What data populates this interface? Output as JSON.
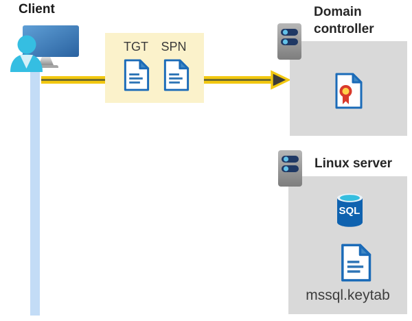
{
  "diagram": {
    "title_context": "Kerberos authentication flow diagram",
    "client": {
      "label": "Client"
    },
    "ticket_box": {
      "tgt_label": "TGT",
      "spn_label": "SPN"
    },
    "domain_controller": {
      "label": "Domain controller"
    },
    "linux_server": {
      "label": "Linux server",
      "database_label": "SQL",
      "keytab_label": "mssql.keytab"
    },
    "colors": {
      "arrow_yellow": "#f2c811",
      "arrow_core": "#716d2e",
      "arrowhead_fill": "#3b3b3b",
      "ticket_box_fill": "#fbf2cb",
      "panel_gray": "#d9d9d9",
      "connector_blue": "#c3dcf6",
      "document_blue": "#1b6bb8",
      "document_fold": "#3f88c5",
      "monitor_blue": "#3c7cc0",
      "person_cyan": "#35bee2",
      "server_bar_navy": "#1f3864",
      "server_dot_blue": "#63c1e8",
      "sql_body_blue": "#0f62af",
      "sql_top_cyan": "#35bedf",
      "cert_seal_red": "#d93a2b",
      "cert_seal_yellow": "#ffd24a"
    }
  }
}
